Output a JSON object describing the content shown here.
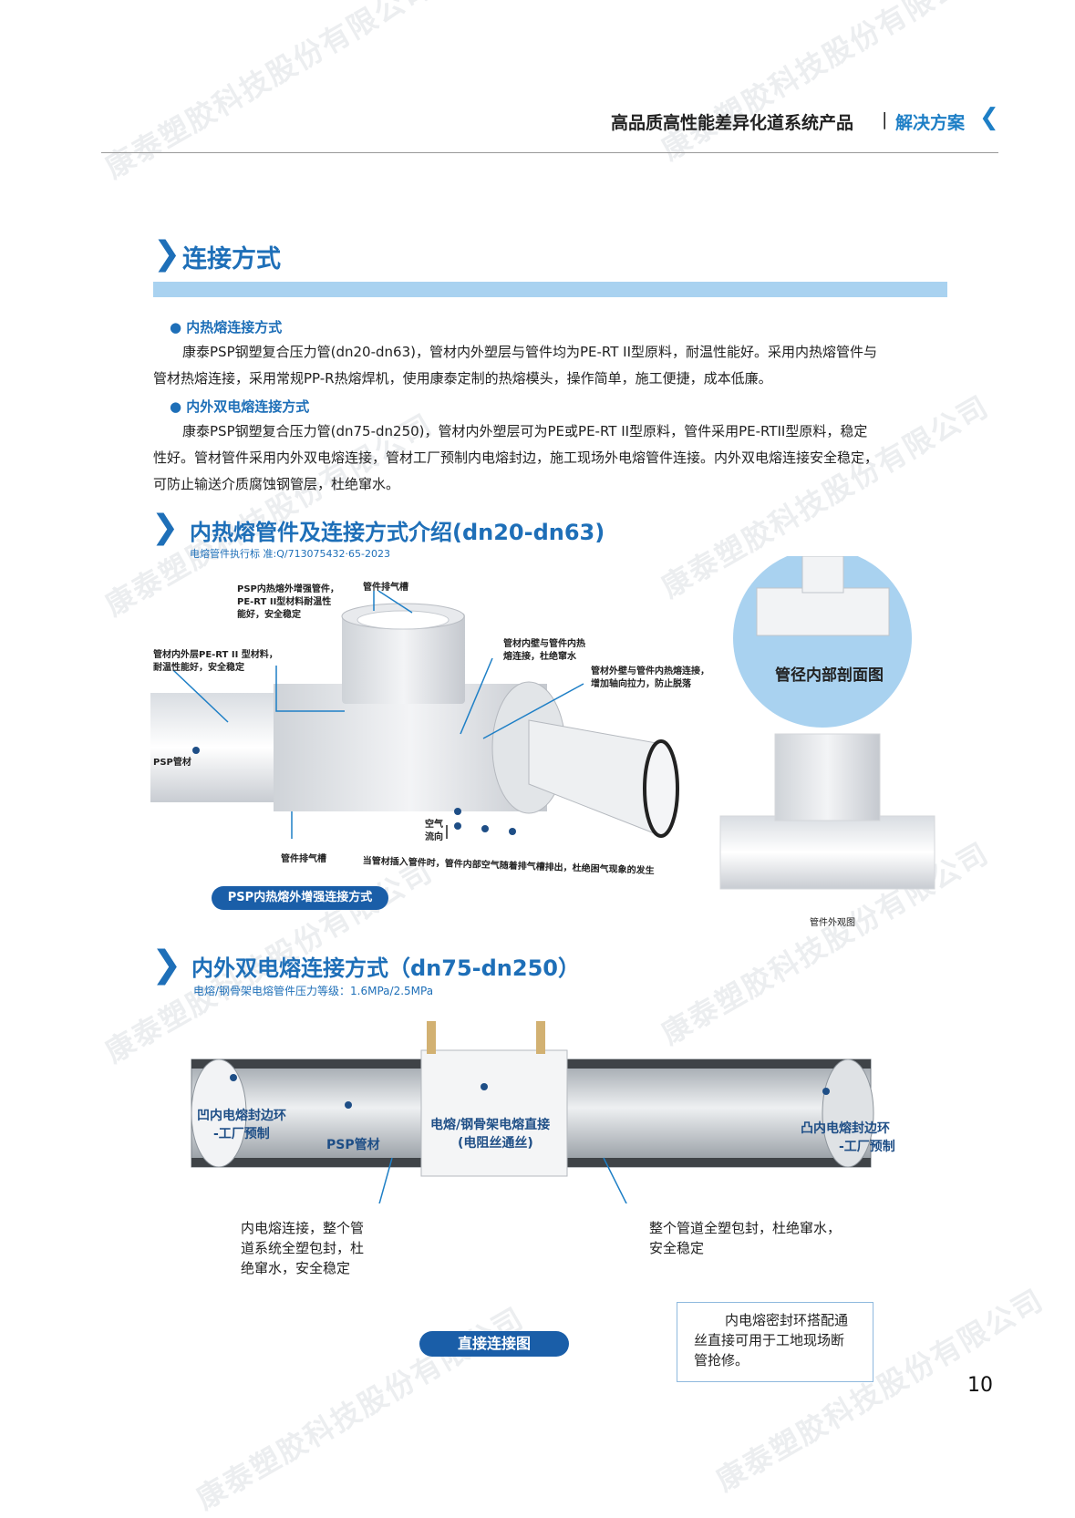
{
  "header": {
    "title": "高品质高性能差异化道系统产品",
    "separator": "|",
    "solution": "解决方案",
    "chevron": "❮"
  },
  "watermark": "康泰塑胶科技股份有限公司",
  "section_connection": {
    "chevron": "❯",
    "title": "连接方式",
    "items": [
      {
        "heading": "● 内热熔连接方式",
        "lines": [
          "康泰PSP钢塑复合压力管(dn20-dn63)，管材内外塑层与管件均为PE-RT II型原料，耐温性能好。采用内热熔管件与",
          "管材热熔连接，采用常规PP-R热熔焊机，使用康泰定制的热熔模头，操作简单，施工便捷，成本低廉。"
        ]
      },
      {
        "heading": "● 内外双电熔连接方式",
        "lines": [
          "康泰PSP钢塑复合压力管(dn75-dn250)，管材内外塑层可为PE或PE-RT II型原料，管件采用PE-RTII型原料，稳定",
          "性好。管材管件采用内外双电熔连接，管材工厂预制内电熔封边，施工现场外电熔管件连接。内外双电熔连接安全稳定，",
          "可防止输送介质腐蚀钢管层，杜绝窜水。"
        ]
      }
    ]
  },
  "section_hotmelt": {
    "chevron": "❯",
    "title": "内热熔管件及连接方式介绍(dn20-dn63)",
    "subtitle": "电熔管件执行标 准:Q/713075432·65-2023",
    "labels": {
      "reinforce": [
        "PSP内热熔外增强管件，",
        "PE-RT II型材料耐温性",
        "能好，安全稳定"
      ],
      "vent_top": "管件排气槽",
      "inner_outer": [
        "管材内外层PE-RT II 型材料，",
        "耐温性能好，安全稳定"
      ],
      "inner_wall": [
        "管材内壁与管件内热",
        "熔连接，杜绝窜水"
      ],
      "outer_wall": [
        "管材外壁与管件内热熔连接，",
        "增加轴向拉力，防止脱落"
      ],
      "psp_pipe": "PSP管材",
      "air_flow": [
        "空气",
        "流向"
      ],
      "vent_bottom": "管件排气槽",
      "insert_note": "当管材插入管件时，管件内部空气随着排气槽排出，杜绝困气现象的发生",
      "section_view": "管径内部剖面图",
      "exterior_view": "管件外观图"
    },
    "pill": "PSP内热熔外增强连接方式"
  },
  "section_electro": {
    "chevron": "❯",
    "title": "内外双电熔连接方式（dn75-dn250）",
    "subtitle": "电熔/钢骨架电熔管件压力等级：1.6MPa/2.5MPa",
    "labels": {
      "concave": [
        "凹内电熔封边环",
        "-工厂预制"
      ],
      "psp_pipe": "PSP管材",
      "electro_direct": [
        "电熔/钢骨架电熔直接",
        "(电阻丝通丝)"
      ],
      "convex": [
        "凸内电熔封边环",
        "-工厂预制"
      ]
    },
    "note_left": [
      "内电熔连接，整个管",
      "道系统全塑包封，杜",
      "绝窜水，安全稳定"
    ],
    "note_right": [
      "整个管道全塑包封，杜绝窜水，",
      "安全稳定"
    ],
    "pill": "直接连接图",
    "box_note": [
      "内电熔密封环搭配通",
      "丝直接可用于工地现场断",
      "管抢修。"
    ]
  },
  "page_number": "10"
}
